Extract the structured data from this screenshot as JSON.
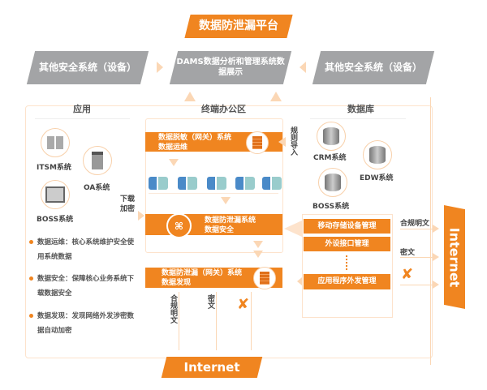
{
  "platform_title": "数据防泄漏平台",
  "top_row": {
    "left": "其他安全系统（设备）",
    "center_line1": "DAMS数据分析和管理系统",
    "center_line2": "数据展示",
    "right": "其他安全系统（设备）"
  },
  "apps": {
    "heading": "应用",
    "items": [
      "ITSM系统",
      "OA系统",
      "BOSS系统"
    ],
    "download_label": "下载加密",
    "bullets": [
      "数据运维：核心系统维护安全使用系统数据",
      "数据安全：保障核心业务系统下载数据安全",
      "数据发现：发现网络外发涉密数据自动加密"
    ]
  },
  "office": {
    "heading": "终端办公区",
    "bar1_line1": "数据脱敏（网关）系统",
    "bar1_line2": "数据运维",
    "rule_import": "规则导入",
    "bar2_line1": "数据防泄漏系统",
    "bar2_line2": "数据安全",
    "bar3_line1": "数据防泄漏（网关）系统",
    "bar3_line2": "数据发现",
    "out_labels": [
      "合规明文",
      "密文"
    ]
  },
  "database": {
    "heading": "数据库",
    "items": [
      "CRM系统",
      "EDW系统",
      "BOSS系统"
    ],
    "controls": [
      "移动存储设备管理",
      "外设接口管理",
      "应用程序外发管理"
    ],
    "out_labels": [
      "合规明文",
      "密文"
    ]
  },
  "internet_right": "Internet",
  "internet_bottom": "Internet",
  "colors": {
    "accent": "#f08520",
    "gray": "#a3a4a6",
    "light_border": "#fbd7b5"
  }
}
